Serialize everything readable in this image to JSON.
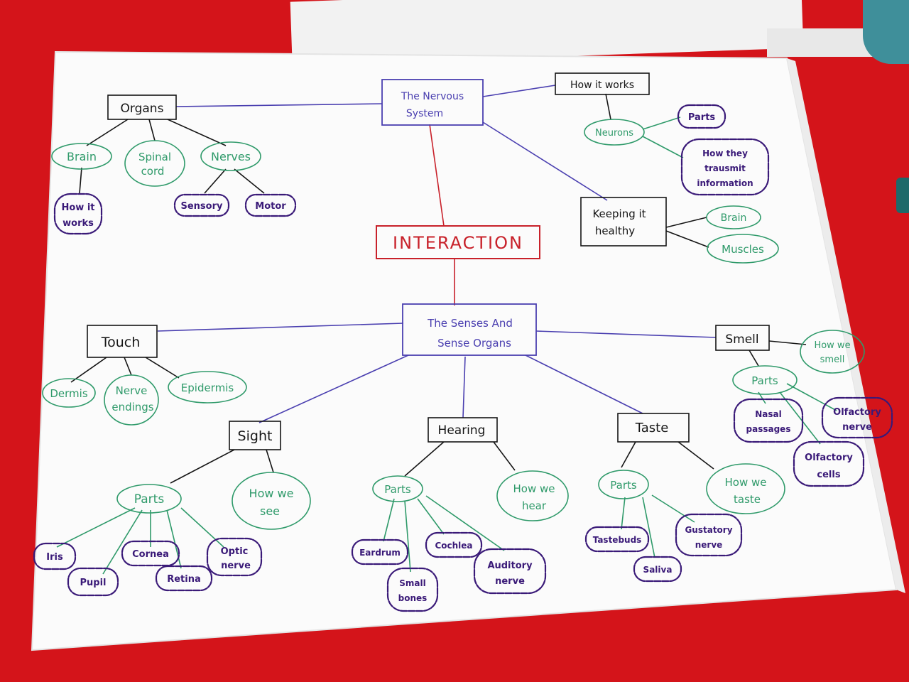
{
  "colors": {
    "background": "#d4141a",
    "paper": "#fbfbfb",
    "center": "#c8212a",
    "topic": "#4a3fb0",
    "subtopic": "#111111",
    "leaf_green": "#2f9a6a",
    "leaf_purple": "#3a1a78"
  },
  "diagram": {
    "center": "INTERACTION",
    "topics": {
      "nervous": [
        "The Nervous",
        "System"
      ],
      "senses": [
        "The Senses And",
        "Sense Organs"
      ]
    },
    "nervous": {
      "organs": "Organs",
      "brain": "Brain",
      "spinal": [
        "Spinal",
        "cord"
      ],
      "nerves": "Nerves",
      "how_it_works_leaf": [
        "How it",
        "works"
      ],
      "sensory": "Sensory",
      "motor": "Motor",
      "how_it_works": "How it works",
      "neurons": "Neurons",
      "parts": "Parts",
      "transmit": [
        "How they",
        "trausmit",
        "information"
      ],
      "keeping": [
        "Keeping it",
        "healthy"
      ],
      "k_brain": "Brain",
      "muscles": "Muscles"
    },
    "senses": {
      "touch": "Touch",
      "dermis": "Dermis",
      "nerve_endings": [
        "Nerve",
        "endings"
      ],
      "epidermis": "Epidermis",
      "sight": "Sight",
      "sight_parts": "Parts",
      "how_see": [
        "How we",
        "see"
      ],
      "iris": "Iris",
      "pupil": "Pupil",
      "cornea": "Cornea",
      "retina": "Retina",
      "optic": [
        "Optic",
        "nerve"
      ],
      "hearing": "Hearing",
      "hearing_parts": "Parts",
      "how_hear": [
        "How we",
        "hear"
      ],
      "eardrum": "Eardrum",
      "small_bones": [
        "Small",
        "bones"
      ],
      "cochlea": "Cochlea",
      "auditory": [
        "Auditory",
        "nerve"
      ],
      "taste": "Taste",
      "taste_parts": "Parts",
      "how_taste": [
        "How we",
        "taste"
      ],
      "tastebuds": "Tastebuds",
      "saliva": "Saliva",
      "gustatory": [
        "Gustatory",
        "nerve"
      ],
      "smell": "Smell",
      "how_smell": [
        "How we",
        "smell"
      ],
      "smell_parts": "Parts",
      "nasal": [
        "Nasal",
        "passages"
      ],
      "olfactory_nerve": [
        "Olfactory",
        "nerve"
      ],
      "olfactory_cells": [
        "Olfactory",
        "cells"
      ]
    }
  }
}
